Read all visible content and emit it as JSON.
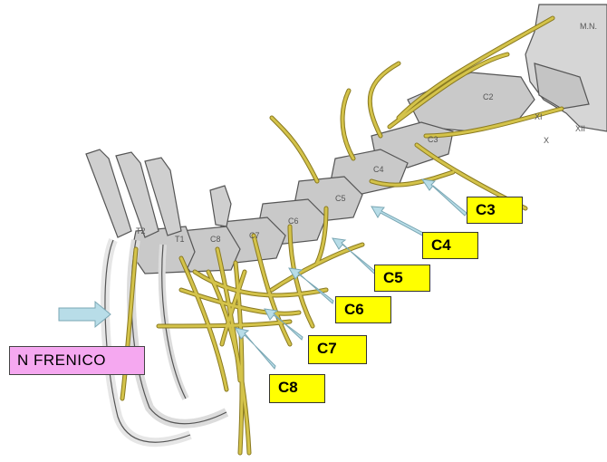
{
  "diagram": {
    "root_labels": [
      "C3",
      "C4",
      "C5",
      "C6",
      "C7",
      "C8"
    ],
    "nerve_label": "N FRENICO",
    "vertebra_labels": [
      "C2",
      "C3",
      "C4",
      "C5",
      "C6",
      "C7",
      "C8",
      "T1",
      "T2"
    ],
    "cranial_labels": [
      "XI",
      "XII",
      "X",
      "M.N."
    ],
    "colors": {
      "nerve": "#d4c34a",
      "nerve_outline": "#8a7a20",
      "bone": "#c9c9c9",
      "bone_outline": "#555555",
      "label_box": "#ffff00",
      "phrenic_box": "#f5a8f0",
      "arrow": "#b8dde8"
    }
  }
}
